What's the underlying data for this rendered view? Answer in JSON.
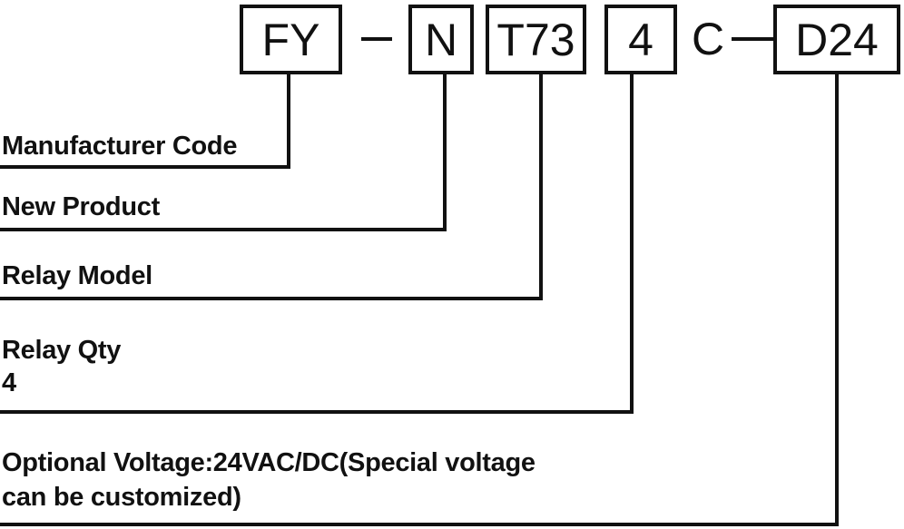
{
  "code": {
    "segments": [
      "FY",
      "N",
      "T73",
      "4",
      "D24"
    ],
    "separator_c": "C"
  },
  "labels": {
    "manufacturer": "Manufacturer Code",
    "new_product": "New Product",
    "relay_model": "Relay Model",
    "relay_qty_title": "Relay Qty",
    "relay_qty_value": "4",
    "voltage_line1": "Optional Voltage:24VAC/DC(Special voltage",
    "voltage_line2": "can be customized)"
  },
  "colors": {
    "line": "#111111",
    "background": "#ffffff"
  }
}
